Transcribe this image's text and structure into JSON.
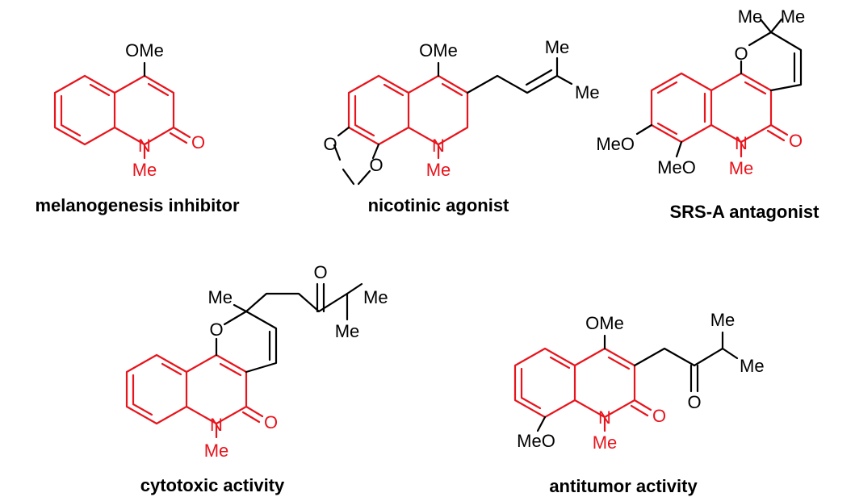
{
  "colors": {
    "scaffold": "#e8141c",
    "substituent": "#000000",
    "background": "#ffffff"
  },
  "compounds": [
    {
      "caption": "melanogenesis inhibitor",
      "atoms": {
        "ome": "OMe",
        "o": "O",
        "n": "N",
        "nme": "Me"
      }
    },
    {
      "caption": "nicotinic agonist",
      "atoms": {
        "ome": "OMe",
        "me1": "Me",
        "me2": "Me",
        "o1": "O",
        "o2": "O",
        "n": "N",
        "nme": "Me"
      }
    },
    {
      "caption": "SRS-A antagonist",
      "atoms": {
        "me1": "Me",
        "me2": "Me",
        "oring": "O",
        "meo1": "MeO",
        "meo2": "MeO",
        "n": "N",
        "nme": "Me",
        "o": "O"
      }
    },
    {
      "caption": "cytotoxic activity",
      "atoms": {
        "me": "Me",
        "oket": "O",
        "ime1": "Me",
        "ime2": "Me",
        "oring": "O",
        "n": "N",
        "o": "O",
        "nme": "Me"
      }
    },
    {
      "caption": "antitumor activity",
      "atoms": {
        "ome": "OMe",
        "ime1": "Me",
        "ime2": "Me",
        "oket": "O",
        "meo": "MeO",
        "n": "N",
        "o": "O",
        "nme": "Me"
      }
    }
  ]
}
